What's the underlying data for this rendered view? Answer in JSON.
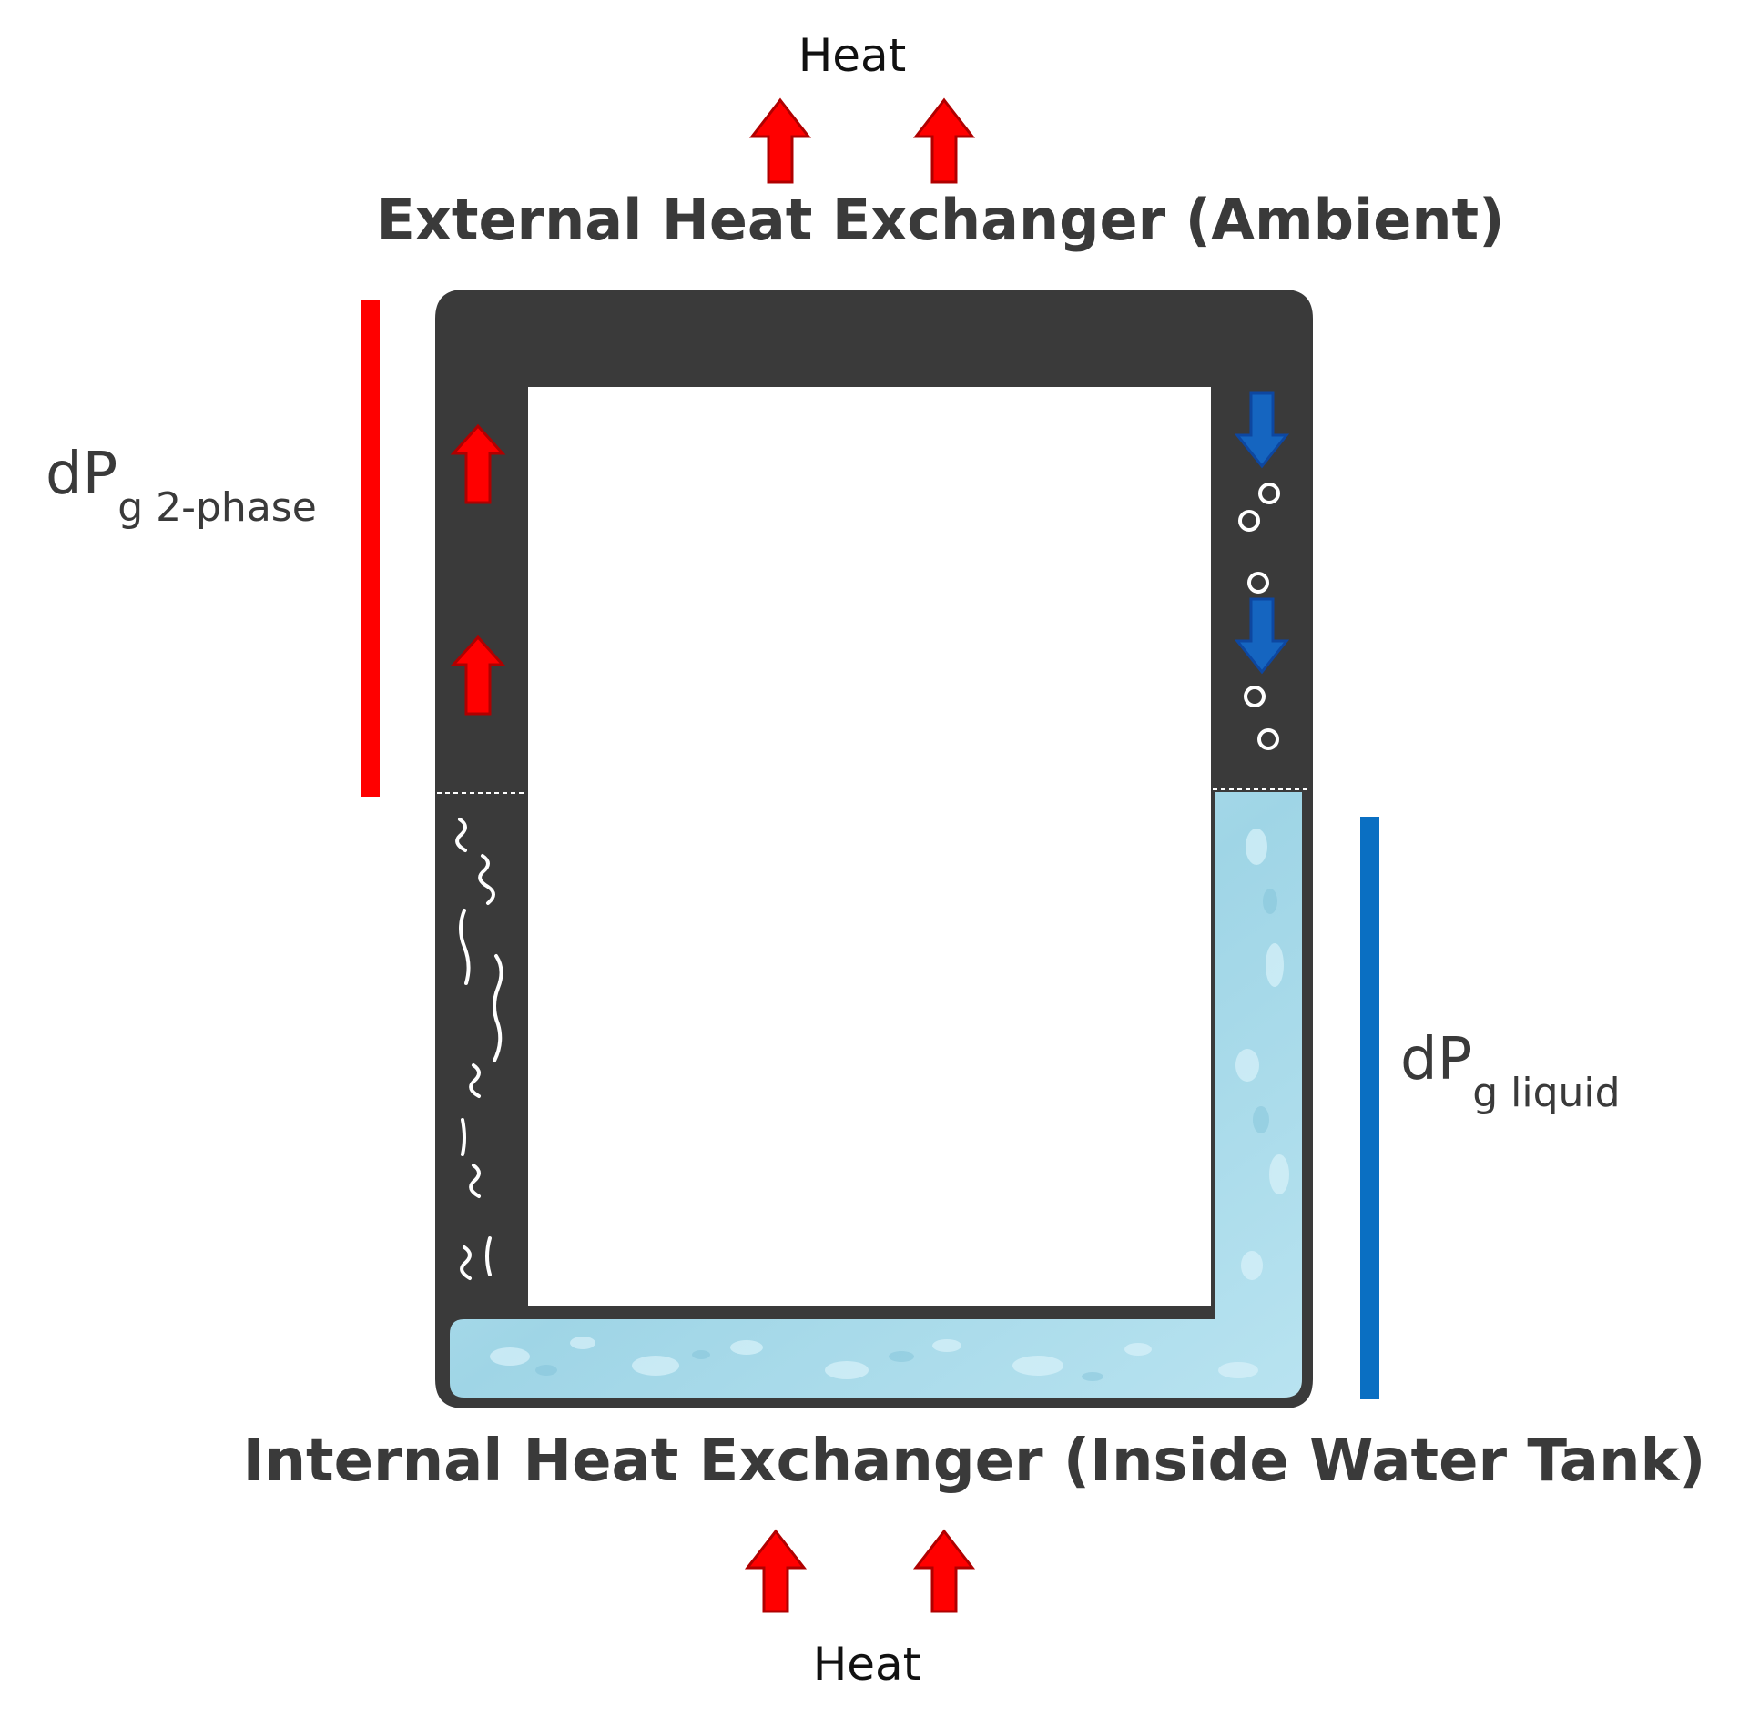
{
  "top": {
    "heat_label": "Heat",
    "title": "External Heat Exchanger (Ambient)"
  },
  "bottom": {
    "title": "Internal Heat Exchanger (Inside Water Tank)",
    "heat_label": "Heat"
  },
  "left_indicator": {
    "main": "dP",
    "sub": "g 2-phase",
    "color": "#ff0000"
  },
  "right_indicator": {
    "main": "dP",
    "sub": "g liquid",
    "color": "#0a6fc2"
  },
  "colors": {
    "pipe": "#3a3a3a",
    "heat_arrow": "#ff0000",
    "flow_down_arrow": "#1565c0",
    "liquid": "#a9dbea",
    "vapor_marks": "#ffffff"
  },
  "icons": [
    "heat-up-arrow-icon",
    "flow-up-arrow-icon",
    "flow-down-arrow-icon",
    "bubble-icon",
    "vapor-squiggle-icon"
  ]
}
